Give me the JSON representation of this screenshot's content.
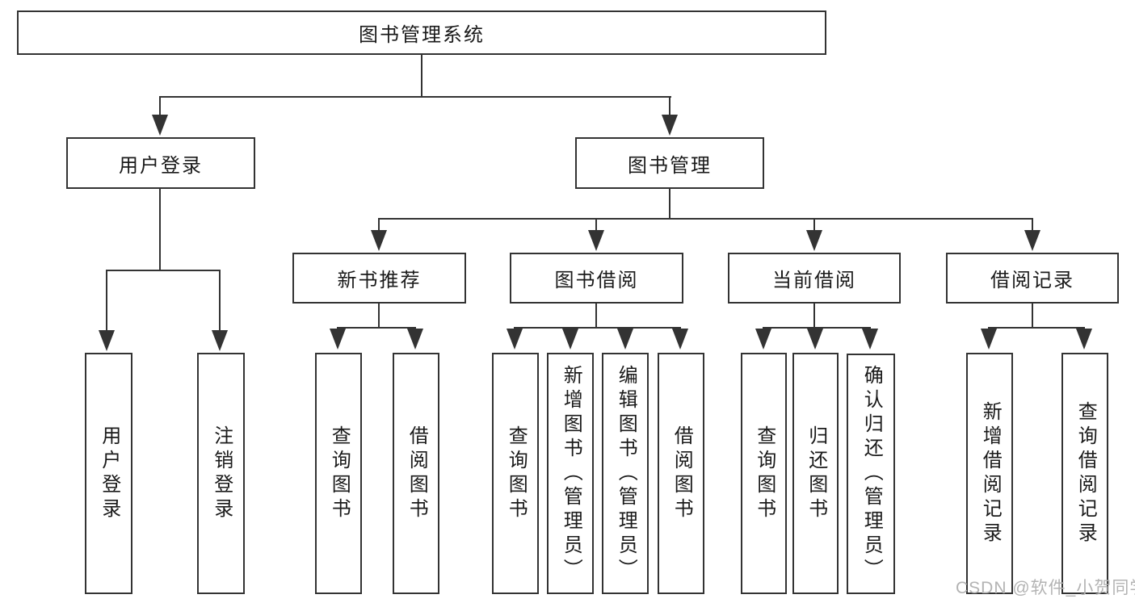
{
  "diagram": {
    "root": "图书管理系统",
    "level2": {
      "user_login": "用户登录",
      "book_management": "图书管理"
    },
    "level3": {
      "new_book_recommend": "新书推荐",
      "book_borrowing": "图书借阅",
      "current_borrowing": "当前借阅",
      "borrow_records": "借阅记录"
    },
    "leaves": {
      "user_login": [
        "用户登录",
        "注销登录"
      ],
      "new_book_recommend": [
        "查询图书",
        "借阅图书"
      ],
      "book_borrowing": [
        "查询图书",
        "新增图书（管理员）",
        "编辑图书（管理员）",
        "借阅图书"
      ],
      "current_borrowing": [
        "查询图书",
        "归还图书",
        "确认归还（管理员）"
      ],
      "borrow_records": [
        "新增借阅记录",
        "查询借阅记录"
      ]
    }
  },
  "watermark": "CSDN @软件_小贺同学",
  "colors": {
    "line": "#333333",
    "text": "#1a1a1a",
    "background": "#ffffff",
    "watermark": "#b3b3b3"
  }
}
